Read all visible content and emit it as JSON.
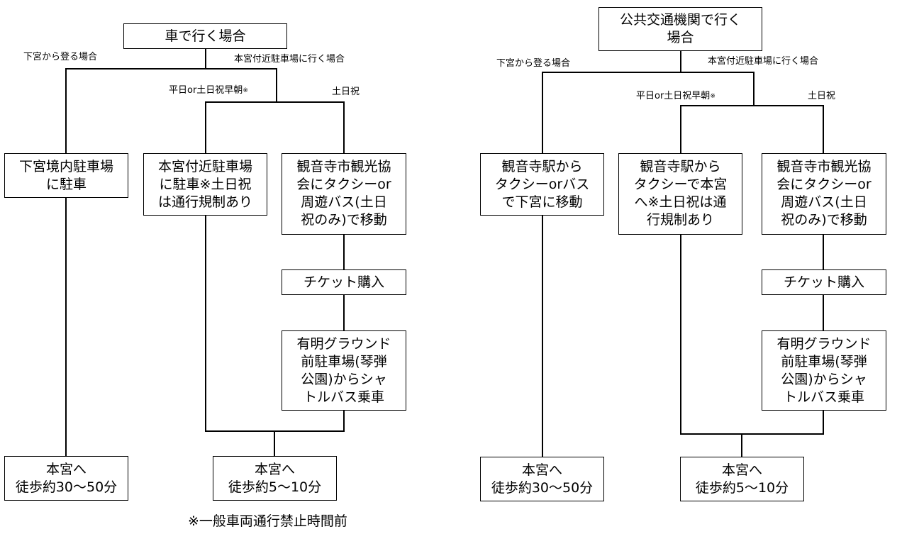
{
  "left": {
    "title": "車で行く場合",
    "branch_shimomiya": "下宮から登る場合",
    "branch_hongu": "本宮付近駐車場に行く場合",
    "branch_weekday": "平日or土日祝早朝",
    "branch_weekday_mark": "※",
    "branch_weekend": "土日祝",
    "box_shimomiya_parking": "下宮境内駐車場\nに駐車",
    "box_hongu_parking": "本宮付近駐車場\nに駐車※土日祝\nは通行規制あり",
    "box_kanonji_bus": "観音寺市観光協\n会にタクシーor\n周遊バス(土日\n祝のみ)で移動",
    "box_ticket": "チケット購入",
    "box_shuttle": "有明グラウンド\n前駐車場(琴弾\n公園)からシャ\nトルバス乗車",
    "box_walk_long": "本宮へ\n徒歩約30〜50分",
    "box_walk_short": "本宮へ\n徒歩約5〜10分"
  },
  "right": {
    "title": "公共交通機関で行く\n場合",
    "branch_shimomiya": "下宮から登る場合",
    "branch_hongu": "本宮付近駐車場に行く場合",
    "branch_weekday": "平日or土日祝早朝",
    "branch_weekday_mark": "※",
    "branch_weekend": "土日祝",
    "box_taxi_shimomiya": "観音寺駅から\nタクシーorバス\nで下宮に移動",
    "box_taxi_hongu": "観音寺駅から\nタクシーで本宮\nへ※土日祝は通\n行規制あり",
    "box_kanonji_bus": "観音寺市観光協\n会にタクシーor\n周遊バス(土日\n祝のみ)で移動",
    "box_ticket": "チケット購入",
    "box_shuttle": "有明グラウンド\n前駐車場(琴弾\n公園)からシャ\nトルバス乗車",
    "box_walk_long": "本宮へ\n徒歩約30〜50分",
    "box_walk_short": "本宮へ\n徒歩約5〜10分"
  },
  "footnote": "※一般車両通行禁止時間前"
}
